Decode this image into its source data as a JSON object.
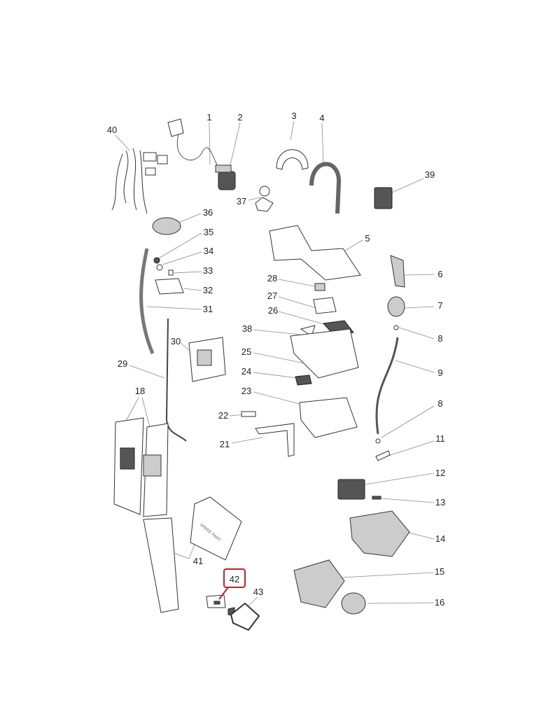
{
  "diagram": {
    "type": "exploded-parts-diagram",
    "highlight_color": "#c0212b",
    "highlighted_part": "42",
    "part_text": "SPARE PART",
    "labels": {
      "p1": "1",
      "p2": "2",
      "p3": "3",
      "p4": "4",
      "p5": "5",
      "p6": "6",
      "p7": "7",
      "p8a": "8",
      "p8b": "8",
      "p9": "9",
      "p11": "11",
      "p12": "12",
      "p13": "13",
      "p14": "14",
      "p15": "15",
      "p16": "16",
      "p18": "18",
      "p21": "21",
      "p22": "22",
      "p23": "23",
      "p24": "24",
      "p25": "25",
      "p26": "26",
      "p27": "27",
      "p28": "28",
      "p29": "29",
      "p30": "30",
      "p31": "31",
      "p32": "32",
      "p33": "33",
      "p34": "34",
      "p35": "35",
      "p36": "36",
      "p37": "37",
      "p38": "38",
      "p39": "39",
      "p40": "40",
      "p41": "41",
      "p42": "42",
      "p43": "43"
    }
  }
}
